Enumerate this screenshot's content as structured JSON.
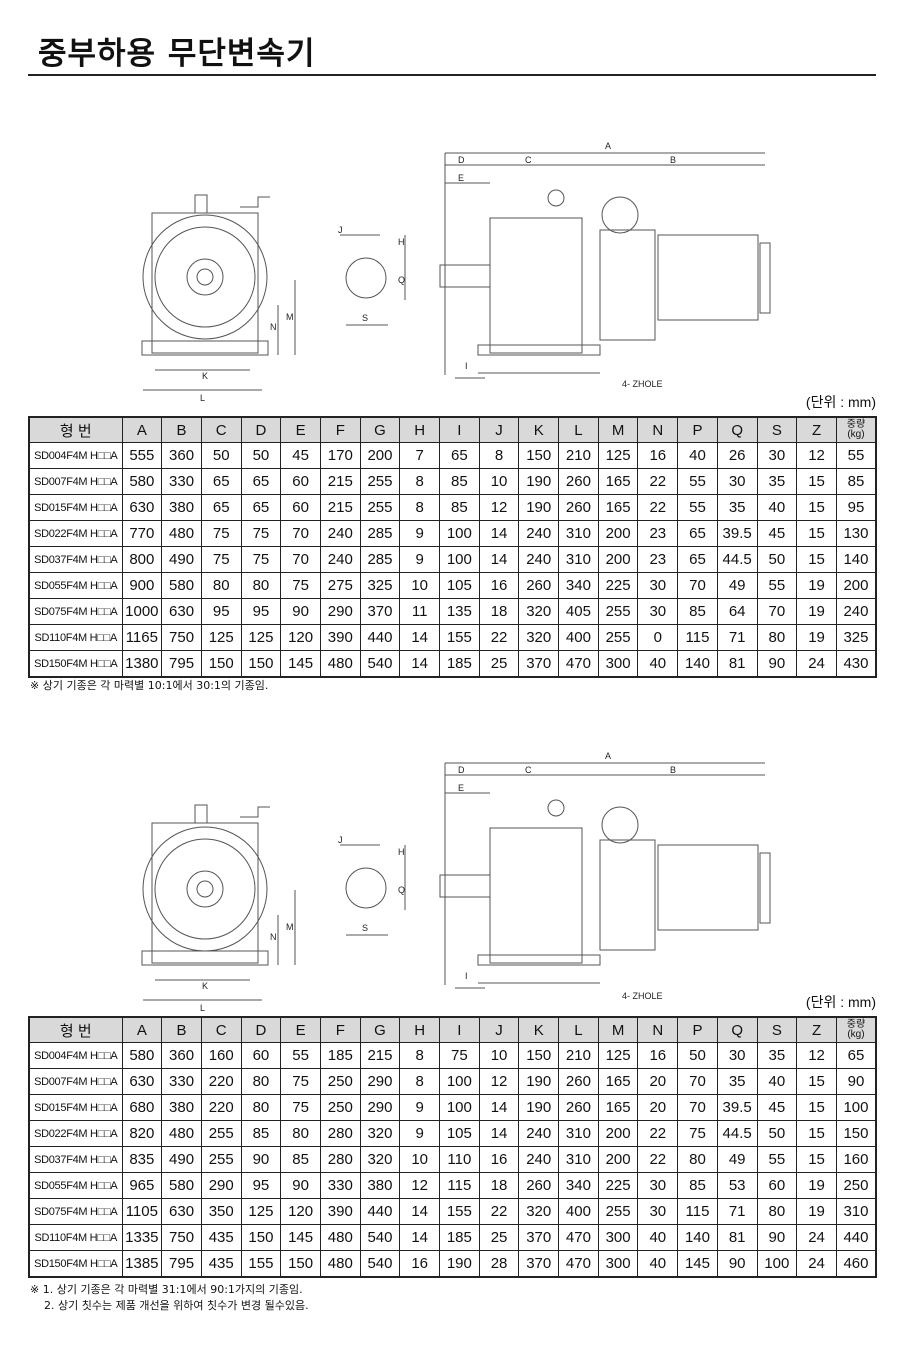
{
  "page": {
    "title": "중부하용 무단변속기"
  },
  "drawing_labels": {
    "dims_side": [
      "A",
      "B",
      "C",
      "D",
      "E",
      "I"
    ],
    "dims_front": [
      "K",
      "L",
      "M",
      "N"
    ],
    "dims_shaft": [
      "J",
      "H",
      "Q",
      "S"
    ],
    "hole": "4- ZHOLE"
  },
  "columns": [
    "형 번",
    "A",
    "B",
    "C",
    "D",
    "E",
    "F",
    "G",
    "H",
    "I",
    "J",
    "K",
    "L",
    "M",
    "N",
    "P",
    "Q",
    "S",
    "Z",
    "중량\n(kg)"
  ],
  "section1": {
    "unit": "(단위 : mm)",
    "rows": [
      [
        "SD004F4M H□□A",
        "555",
        "360",
        "50",
        "50",
        "45",
        "170",
        "200",
        "7",
        "65",
        "8",
        "150",
        "210",
        "125",
        "16",
        "40",
        "26",
        "30",
        "12",
        "55"
      ],
      [
        "SD007F4M H□□A",
        "580",
        "330",
        "65",
        "65",
        "60",
        "215",
        "255",
        "8",
        "85",
        "10",
        "190",
        "260",
        "165",
        "22",
        "55",
        "30",
        "35",
        "15",
        "85"
      ],
      [
        "SD015F4M H□□A",
        "630",
        "380",
        "65",
        "65",
        "60",
        "215",
        "255",
        "8",
        "85",
        "12",
        "190",
        "260",
        "165",
        "22",
        "55",
        "35",
        "40",
        "15",
        "95"
      ],
      [
        "SD022F4M H□□A",
        "770",
        "480",
        "75",
        "75",
        "70",
        "240",
        "285",
        "9",
        "100",
        "14",
        "240",
        "310",
        "200",
        "23",
        "65",
        "39.5",
        "45",
        "15",
        "130"
      ],
      [
        "SD037F4M H□□A",
        "800",
        "490",
        "75",
        "75",
        "70",
        "240",
        "285",
        "9",
        "100",
        "14",
        "240",
        "310",
        "200",
        "23",
        "65",
        "44.5",
        "50",
        "15",
        "140"
      ],
      [
        "SD055F4M H□□A",
        "900",
        "580",
        "80",
        "80",
        "75",
        "275",
        "325",
        "10",
        "105",
        "16",
        "260",
        "340",
        "225",
        "30",
        "70",
        "49",
        "55",
        "19",
        "200"
      ],
      [
        "SD075F4M H□□A",
        "1000",
        "630",
        "95",
        "95",
        "90",
        "290",
        "370",
        "11",
        "135",
        "18",
        "320",
        "405",
        "255",
        "30",
        "85",
        "64",
        "70",
        "19",
        "240"
      ],
      [
        "SD110F4M H□□A",
        "1165",
        "750",
        "125",
        "125",
        "120",
        "390",
        "440",
        "14",
        "155",
        "22",
        "320",
        "400",
        "255",
        "0",
        "115",
        "71",
        "80",
        "19",
        "325"
      ],
      [
        "SD150F4M H□□A",
        "1380",
        "795",
        "150",
        "150",
        "145",
        "480",
        "540",
        "14",
        "185",
        "25",
        "370",
        "470",
        "300",
        "40",
        "140",
        "81",
        "90",
        "24",
        "430"
      ]
    ],
    "notes": [
      "※ 상기 기종은 각 마력별 10:1에서 30:1의 기종임."
    ]
  },
  "section2": {
    "unit": "(단위 : mm)",
    "rows": [
      [
        "SD004F4M H□□A",
        "580",
        "360",
        "160",
        "60",
        "55",
        "185",
        "215",
        "8",
        "75",
        "10",
        "150",
        "210",
        "125",
        "16",
        "50",
        "30",
        "35",
        "12",
        "65"
      ],
      [
        "SD007F4M H□□A",
        "630",
        "330",
        "220",
        "80",
        "75",
        "250",
        "290",
        "8",
        "100",
        "12",
        "190",
        "260",
        "165",
        "20",
        "70",
        "35",
        "40",
        "15",
        "90"
      ],
      [
        "SD015F4M H□□A",
        "680",
        "380",
        "220",
        "80",
        "75",
        "250",
        "290",
        "9",
        "100",
        "14",
        "190",
        "260",
        "165",
        "20",
        "70",
        "39.5",
        "45",
        "15",
        "100"
      ],
      [
        "SD022F4M H□□A",
        "820",
        "480",
        "255",
        "85",
        "80",
        "280",
        "320",
        "9",
        "105",
        "14",
        "240",
        "310",
        "200",
        "22",
        "75",
        "44.5",
        "50",
        "15",
        "150"
      ],
      [
        "SD037F4M H□□A",
        "835",
        "490",
        "255",
        "90",
        "85",
        "280",
        "320",
        "10",
        "110",
        "16",
        "240",
        "310",
        "200",
        "22",
        "80",
        "49",
        "55",
        "15",
        "160"
      ],
      [
        "SD055F4M H□□A",
        "965",
        "580",
        "290",
        "95",
        "90",
        "330",
        "380",
        "12",
        "115",
        "18",
        "260",
        "340",
        "225",
        "30",
        "85",
        "53",
        "60",
        "19",
        "250"
      ],
      [
        "SD075F4M H□□A",
        "1105",
        "630",
        "350",
        "125",
        "120",
        "390",
        "440",
        "14",
        "155",
        "22",
        "320",
        "400",
        "255",
        "30",
        "115",
        "71",
        "80",
        "19",
        "310"
      ],
      [
        "SD110F4M H□□A",
        "1335",
        "750",
        "435",
        "150",
        "145",
        "480",
        "540",
        "14",
        "185",
        "25",
        "370",
        "470",
        "300",
        "40",
        "140",
        "81",
        "90",
        "24",
        "440"
      ],
      [
        "SD150F4M H□□A",
        "1385",
        "795",
        "435",
        "155",
        "150",
        "480",
        "540",
        "16",
        "190",
        "28",
        "370",
        "470",
        "300",
        "40",
        "145",
        "90",
        "100",
        "24",
        "460"
      ]
    ],
    "notes": [
      "※ 1. 상기 기종은 각 마력별 31:1에서 90:1가지의  기종임.",
      "2. 상기 칫수는 제품 개선을 위하여 칫수가 변경 될수있음."
    ]
  }
}
